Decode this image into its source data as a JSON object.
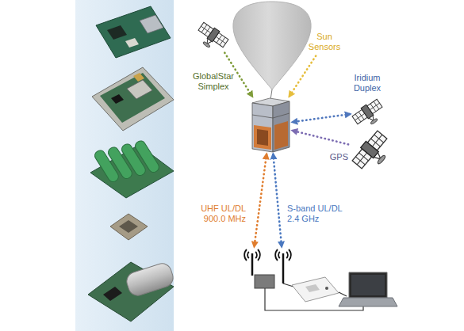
{
  "diagram": {
    "nodes": [
      {
        "text": [
          "GlobalStar Simplex"
        ]
      },
      {
        "text": [
          "Sun Sensors"
        ]
      },
      {
        "text": [
          "Iridium Duplex"
        ]
      },
      {
        "text": []
      },
      {
        "text": [
          "GPS"
        ]
      },
      {
        "text": []
      },
      {
        "text": []
      }
    ],
    "edges": [
      {
        "from": 0,
        "to": 3,
        "arrow": "to"
      },
      {
        "from": 1,
        "to": 3,
        "arrow": "to"
      },
      {
        "from": 2,
        "to": 3,
        "arrow": "both"
      },
      {
        "from": 4,
        "to": 3,
        "arrow": "to"
      },
      {
        "from": 3,
        "to": 5,
        "arrow": "both",
        "label": "UHF UL/DL 900.0 MHz"
      },
      {
        "from": 3,
        "to": 6,
        "arrow": "both",
        "label": "S-band UL/DL 2.4 GHz"
      }
    ]
  }
}
